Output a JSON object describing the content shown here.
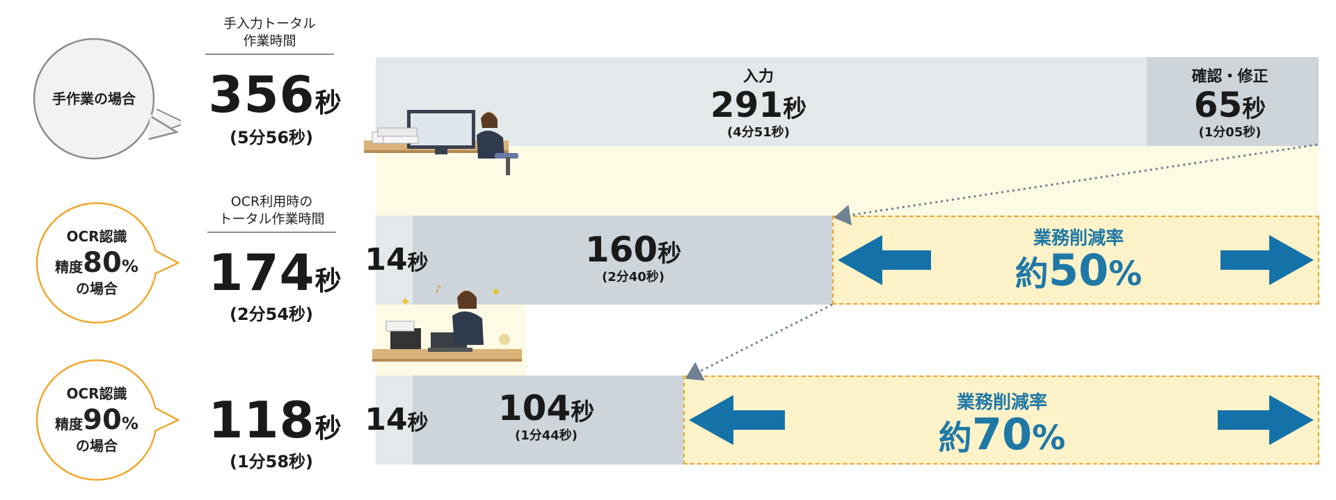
{
  "chart_data": {
    "type": "bar",
    "title": "",
    "xlabel": "",
    "ylabel": "",
    "units": "秒",
    "xlim": [
      0,
      356
    ],
    "rows": [
      {
        "case_label": "手作業の場合",
        "total_label": [
          "手入力トータル",
          "作業時間"
        ],
        "total_value": 356,
        "total_unit": "秒",
        "total_sub": "(5分56秒)",
        "segments": [
          {
            "label": "入力",
            "value": 291,
            "unit": "秒",
            "sub": "(4分51秒)",
            "color": "#e3e8ea"
          },
          {
            "label": "確認・修正",
            "value": 65,
            "unit": "秒",
            "sub": "(1分05秒)",
            "color": "#cdd5db"
          }
        ]
      },
      {
        "case_label": [
          "OCR認識",
          "精度",
          "80",
          "%",
          "の場合"
        ],
        "total_label": [
          "OCR利用時の",
          "トータル作業時間"
        ],
        "total_value": 174,
        "total_unit": "秒",
        "total_sub": "(2分54秒)",
        "segments": [
          {
            "label": "",
            "value": 14,
            "unit": "秒",
            "sub": "",
            "color": "#e3e8ea"
          },
          {
            "label": "",
            "value": 160,
            "unit": "秒",
            "sub": "(2分40秒)",
            "color": "#cdd5db"
          }
        ],
        "reduction": {
          "title": "業務削減率",
          "prefix": "約",
          "value": 50,
          "unit": "%"
        }
      },
      {
        "case_label": [
          "OCR認識",
          "精度",
          "90",
          "%",
          "の場合"
        ],
        "total_label": [],
        "total_value": 118,
        "total_unit": "秒",
        "total_sub": "(1分58秒)",
        "segments": [
          {
            "label": "",
            "value": 14,
            "unit": "秒",
            "sub": "",
            "color": "#e3e8ea"
          },
          {
            "label": "",
            "value": 104,
            "unit": "秒",
            "sub": "(1分44秒)",
            "color": "#cdd5db"
          }
        ],
        "reduction": {
          "title": "業務削減率",
          "prefix": "約",
          "value": 70,
          "unit": "%"
        }
      }
    ]
  },
  "colors": {
    "manual_bubble_border": "#8c8c8c",
    "manual_bubble_fill": "#f2f2f2",
    "ocr_bubble_border": "#f0a830",
    "ocr_bubble_fill": "#ffffff",
    "light_seg": "#e3e8ea",
    "dark_seg": "#cdd5db",
    "reduction_fill": "#fdf2c8",
    "reduction_border": "#e8a32c",
    "arrow": "#1572a8",
    "band": "#fdfbe3",
    "connector": "#6f8193"
  },
  "illustrations": [
    "woman-at-desktop-with-paper-stack-illustration",
    "woman-with-scanner-and-laptop-illustration"
  ]
}
